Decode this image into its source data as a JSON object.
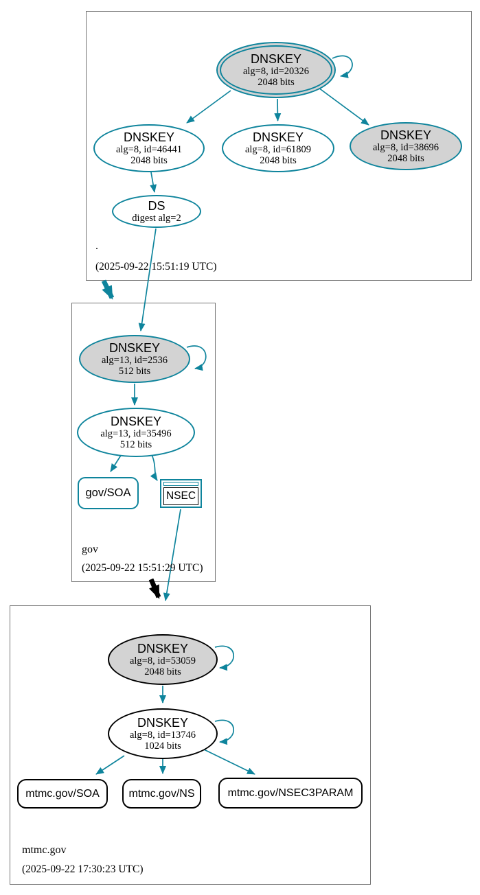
{
  "diagram_type": "dnssec-authentication-chain",
  "colors": {
    "secure": "#0e849c",
    "insecure": "#000000",
    "key_fill": "#d3d3d3",
    "node_fill": "#ffffff",
    "zone_border": "#737373"
  },
  "zones": [
    {
      "name": ".",
      "timestamp": "(2025-09-22 15:51:19 UTC)",
      "nodes": [
        {
          "title": "DNSKEY",
          "detail": "alg=8, id=20326",
          "bits": "2048 bits"
        },
        {
          "title": "DNSKEY",
          "detail": "alg=8, id=46441",
          "bits": "2048 bits"
        },
        {
          "title": "DNSKEY",
          "detail": "alg=8, id=61809",
          "bits": "2048 bits"
        },
        {
          "title": "DNSKEY",
          "detail": "alg=8, id=38696",
          "bits": "2048 bits"
        },
        {
          "title": "DS",
          "detail": "digest alg=2"
        }
      ]
    },
    {
      "name": "gov",
      "timestamp": "(2025-09-22 15:51:29 UTC)",
      "nodes": [
        {
          "title": "DNSKEY",
          "detail": "alg=13, id=2536",
          "bits": "512 bits"
        },
        {
          "title": "DNSKEY",
          "detail": "alg=13, id=35496",
          "bits": "512 bits"
        },
        {
          "label": "gov/SOA"
        },
        {
          "label": "NSEC"
        }
      ]
    },
    {
      "name": "mtmc.gov",
      "timestamp": "(2025-09-22 17:30:23 UTC)",
      "nodes": [
        {
          "title": "DNSKEY",
          "detail": "alg=8, id=53059",
          "bits": "2048 bits"
        },
        {
          "title": "DNSKEY",
          "detail": "alg=8, id=13746",
          "bits": "1024 bits"
        },
        {
          "label": "mtmc.gov/SOA"
        },
        {
          "label": "mtmc.gov/NS"
        },
        {
          "label": "mtmc.gov/NSEC3PARAM"
        }
      ]
    }
  ]
}
